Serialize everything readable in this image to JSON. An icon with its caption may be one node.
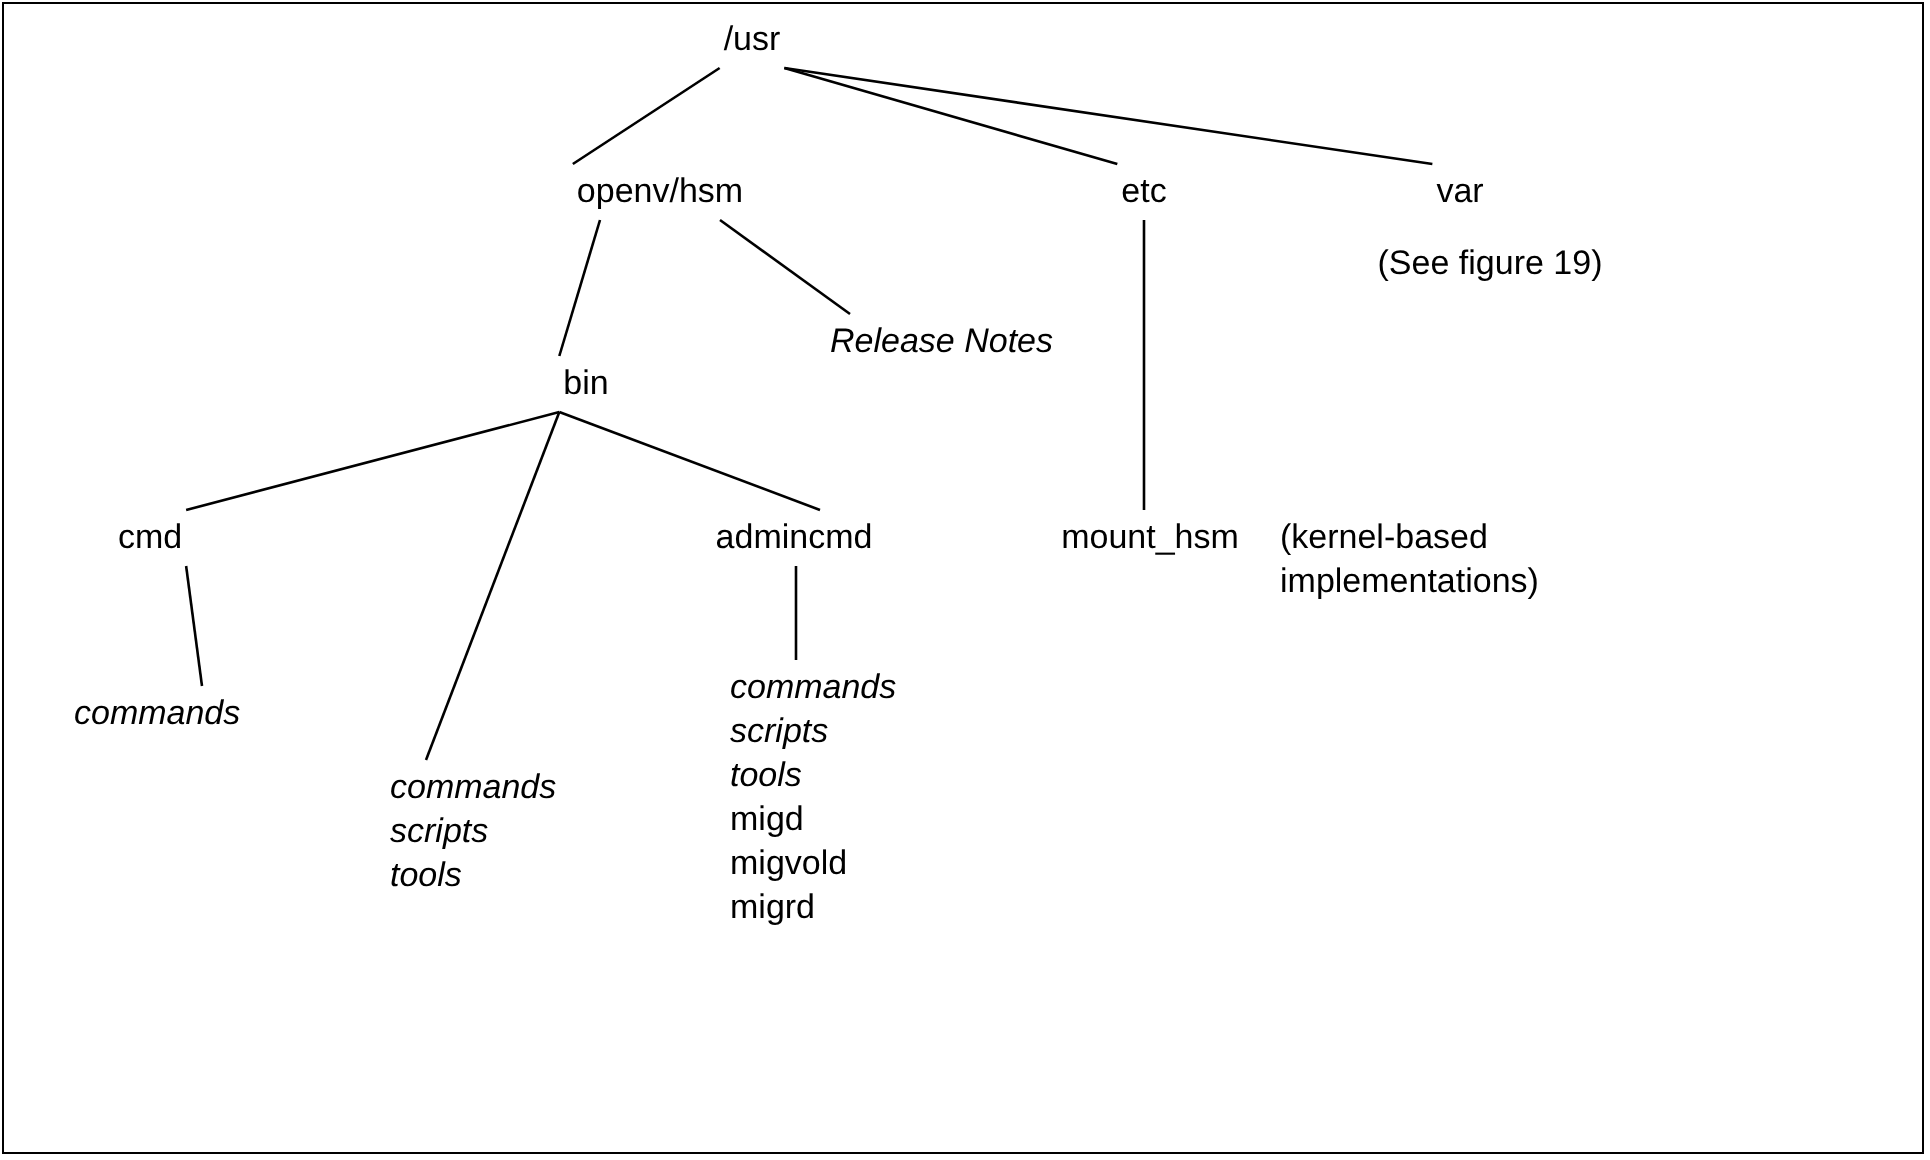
{
  "diagram": {
    "nodes": [
      {
        "text": [
          "/usr"
        ]
      },
      {
        "text": [
          "openv/hsm"
        ]
      },
      {
        "text": [
          "etc"
        ]
      },
      {
        "text": [
          "var"
        ],
        "beside": [
          "(See figure 19)"
        ]
      },
      {
        "text": [
          "Release Notes"
        ]
      },
      {
        "text": [
          "bin"
        ]
      },
      {
        "text": [
          "cmd"
        ]
      },
      {
        "text": [
          "admincmd"
        ]
      },
      {
        "text": [
          "mount_hsm"
        ]
      },
      {
        "text": [
          "commands"
        ]
      },
      {
        "text": [
          "commands",
          "scripts",
          "tools"
        ]
      },
      {
        "text": [
          "commands",
          "scripts",
          "tools",
          "migd",
          "migvold",
          "migrd"
        ]
      }
    ],
    "edges": [
      {
        "from": 0,
        "to": 1,
        "arrow": "none"
      },
      {
        "from": 0,
        "to": 2,
        "arrow": "none"
      },
      {
        "from": 0,
        "to": 3,
        "arrow": "none"
      },
      {
        "from": 1,
        "to": 4,
        "arrow": "none"
      },
      {
        "from": 1,
        "to": 5,
        "arrow": "none"
      },
      {
        "from": 5,
        "to": 6,
        "arrow": "none"
      },
      {
        "from": 5,
        "to": 10,
        "arrow": "none"
      },
      {
        "from": 5,
        "to": 7,
        "arrow": "none"
      },
      {
        "from": 6,
        "to": 9,
        "arrow": "none"
      },
      {
        "from": 7,
        "to": 11,
        "arrow": "none"
      },
      {
        "from": 2,
        "to": 8,
        "arrow": "none"
      }
    ],
    "labels": [
      "(kernel-based implementations)"
    ]
  }
}
